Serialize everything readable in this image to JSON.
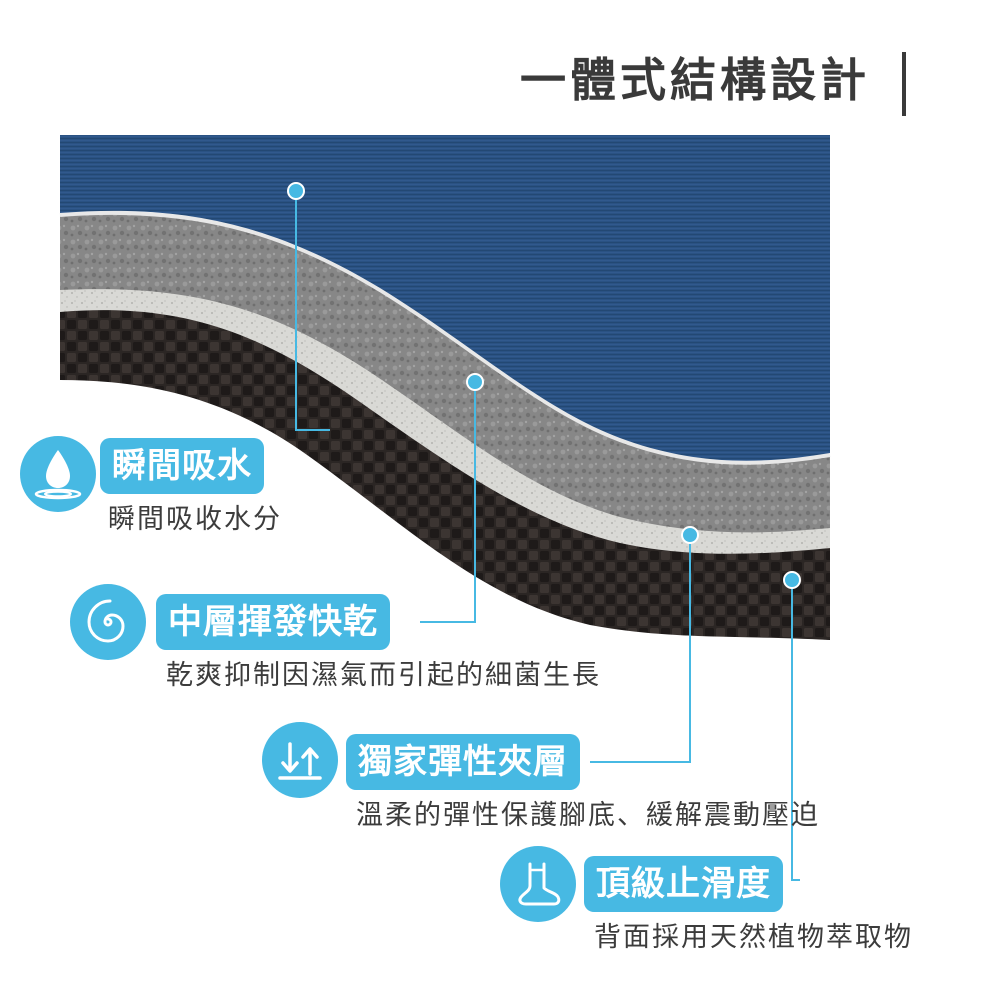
{
  "header": {
    "title": "一體式結構設計"
  },
  "colors": {
    "accent": "#47b9e3",
    "top_layer": "#28517e",
    "middle_layer": "#8a8a8a",
    "foam_layer": "#d8d8d4",
    "bottom_layer": "#2a2523",
    "title_text": "#3a3a3a"
  },
  "features": [
    {
      "icon": "water-drop-icon",
      "title": "瞬間吸水",
      "description": "瞬間吸收水分"
    },
    {
      "icon": "swirl-icon",
      "title": "中層揮發快乾",
      "description": "乾爽抑制因濕氣而引起的細菌生長"
    },
    {
      "icon": "arrows-up-down-icon",
      "title": "獨家彈性夾層",
      "description": "溫柔的彈性保護腳底、緩解震動壓迫"
    },
    {
      "icon": "foot-icon",
      "title": "頂級止滑度",
      "description": "背面採用天然植物萃取物"
    }
  ]
}
